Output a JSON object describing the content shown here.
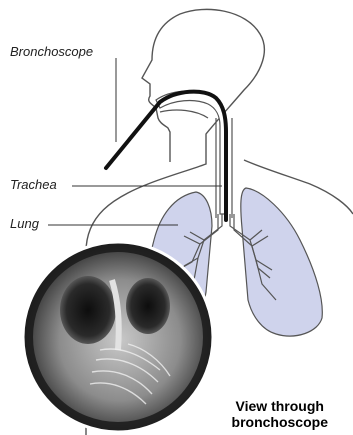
{
  "labels": {
    "bronchoscope": "Bronchoscope",
    "trachea": "Trachea",
    "lung": "Lung"
  },
  "caption": {
    "line1": "View through",
    "line2": "bronchoscope"
  },
  "colors": {
    "outline": "#555555",
    "lung_fill": "#cfd3ec",
    "airway_fill": "#ffffff",
    "scope": "#111111",
    "view_dark": "#2b2b2b",
    "view_light": "#d9d9d9"
  }
}
